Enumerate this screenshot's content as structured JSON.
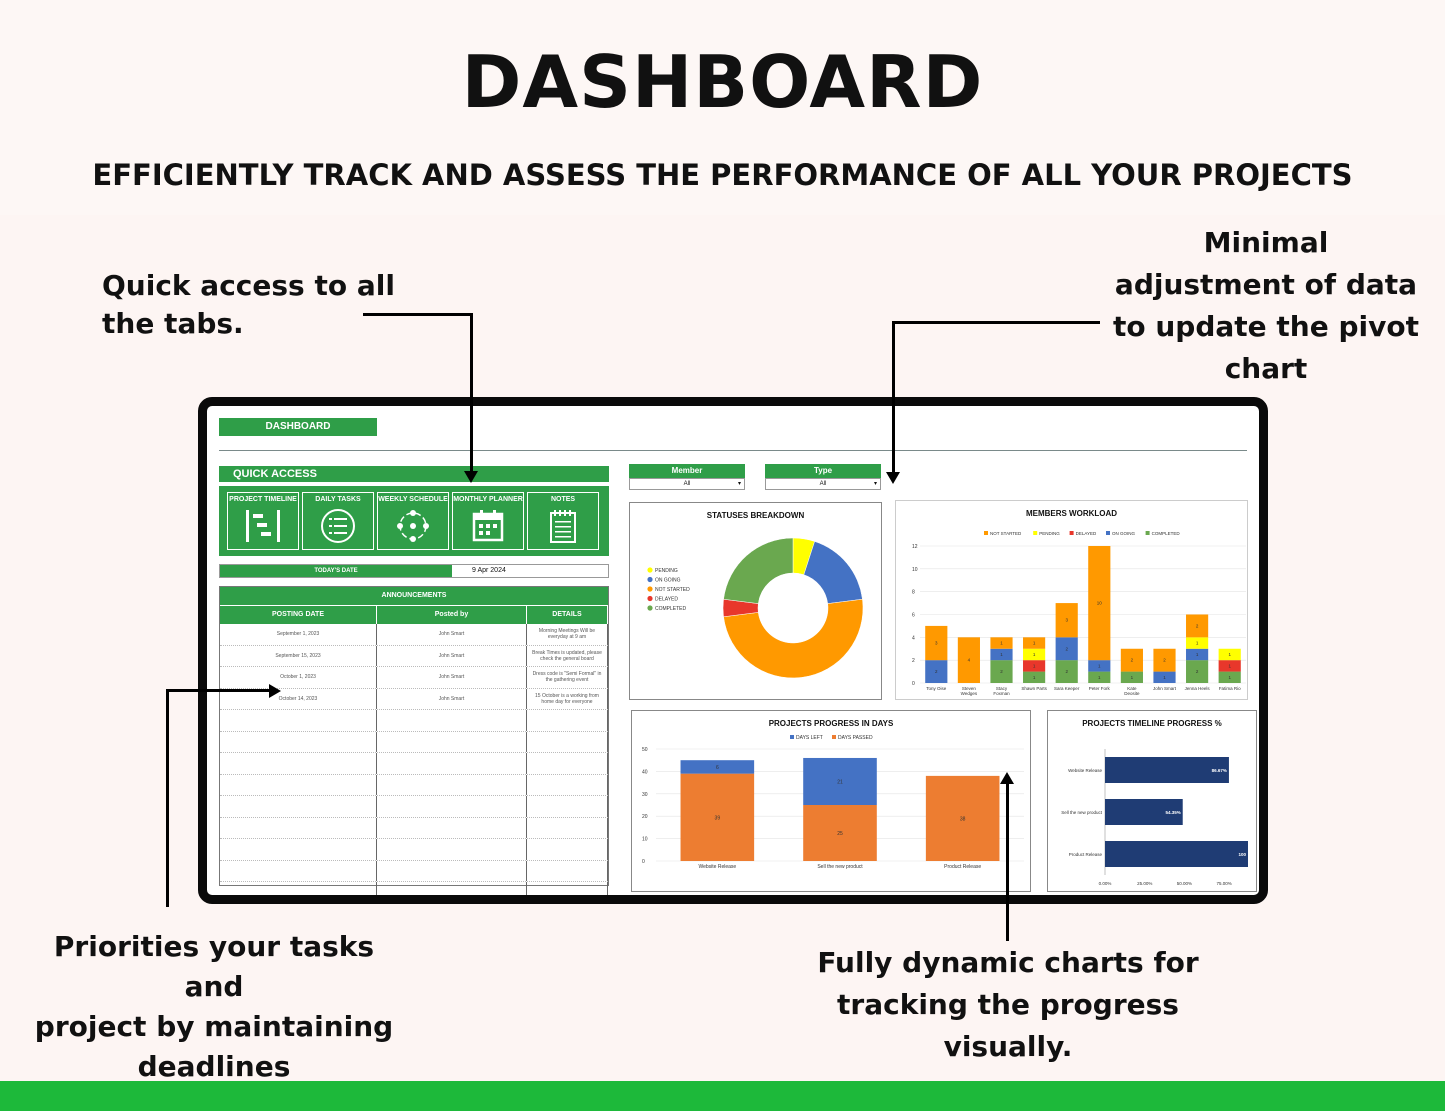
{
  "header": {
    "title": "DASHBOARD",
    "subtitle": "EFFICIENTLY TRACK AND ASSESS THE PERFORMANCE OF ALL YOUR PROJECTS"
  },
  "callouts": {
    "quick_access": [
      "Quick access to all",
      "the tabs."
    ],
    "pivot": [
      "Minimal",
      "adjustment of data",
      "to update the pivot",
      "chart"
    ],
    "priorities": [
      "Priorities your tasks and",
      "project by maintaining",
      "deadlines"
    ],
    "dynamic": [
      "Fully dynamic charts for",
      "tracking the progress",
      "visually."
    ]
  },
  "colors": {
    "green": "#2f9e48",
    "footer_green": "#1db93a",
    "background": "#fdf5f3",
    "pending": "#ffff00",
    "on_going": "#4472c4",
    "not_started": "#ff9900",
    "delayed": "#e8372b",
    "completed": "#6aa84f",
    "days_left": "#4472c4",
    "days_passed": "#ed7d31",
    "timeline_bar": "#1f3c74"
  },
  "dashboard": {
    "label": "DASHBOARD",
    "quick_access": {
      "title": "QUICK ACCESS",
      "tiles": [
        {
          "label": "PROJECT TIMELINE",
          "icon": "timeline-icon"
        },
        {
          "label": "DAILY TASKS",
          "icon": "checklist-icon"
        },
        {
          "label": "WEEKLY SCHEDULE",
          "icon": "cycle-icon"
        },
        {
          "label": "MONTHLY PLANNER",
          "icon": "calendar-icon"
        },
        {
          "label": "NOTES",
          "icon": "notepad-icon"
        }
      ]
    },
    "today": {
      "label": "TODAY'S DATE",
      "value": "9 Apr 2024"
    },
    "announcements": {
      "title": "ANNOUNCEMENTS",
      "headers": [
        "POSTING DATE",
        "Posted by",
        "DETAILS"
      ],
      "rows": [
        [
          "September 1, 2023",
          "John Smart",
          "Morning Meetings Will be everyday at 9 am"
        ],
        [
          "September 15, 2023",
          "John Smart",
          "Break Times is updated, please check the general board"
        ],
        [
          "October 1, 2023",
          "John Smart",
          "Dress code is \"Semi Formal\" in the gathering event"
        ],
        [
          "October 14, 2023",
          "John Smart",
          "15 October is a working from home day for everyone"
        ]
      ],
      "empty_rows": 9
    },
    "filters": [
      {
        "label": "Member",
        "value": "All"
      },
      {
        "label": "Type",
        "value": "All"
      }
    ]
  },
  "chart_data": [
    {
      "type": "pie",
      "title": "STATUSES BREAKDOWN",
      "legend_position": "left",
      "categories": [
        "PENDING",
        "ON GOING",
        "NOT STARTED",
        "DELAYED",
        "COMPLETED"
      ],
      "values": [
        5,
        18,
        50,
        4,
        23
      ]
    },
    {
      "type": "bar",
      "title": "MEMBERS WORKLOAD",
      "legend_position": "top",
      "categories": [
        "Tony Oise",
        "Steven Wedges",
        "Stacy Foxman",
        "Shawn Parts",
        "Sara Keeper",
        "Peter Fork",
        "Kate Deosite",
        "John Smart",
        "Jenna Heels",
        "Fatima Rio"
      ],
      "ylim": [
        0,
        12
      ],
      "yticks": [
        0,
        2,
        4,
        6,
        8,
        10,
        12
      ],
      "series": [
        {
          "name": "NOT STARTED",
          "values": [
            3,
            4,
            1,
            1,
            3,
            10,
            2,
            2,
            2,
            0
          ]
        },
        {
          "name": "PENDING",
          "values": [
            0,
            0,
            0,
            1,
            0,
            0,
            0,
            0,
            1,
            1
          ]
        },
        {
          "name": "DELAYED",
          "values": [
            0,
            0,
            0,
            1,
            0,
            0,
            0,
            0,
            0,
            1
          ]
        },
        {
          "name": "ON GOING",
          "values": [
            2,
            0,
            1,
            0,
            2,
            1,
            0,
            1,
            1,
            0
          ]
        },
        {
          "name": "COMPLETED",
          "values": [
            0,
            0,
            2,
            1,
            2,
            1,
            1,
            0,
            2,
            1
          ]
        }
      ]
    },
    {
      "type": "bar",
      "title": "PROJECTS PROGRESS IN DAYS",
      "legend_position": "top",
      "categories": [
        "Website Release",
        "Sell the new product",
        "Product Release"
      ],
      "ylim": [
        0,
        50
      ],
      "yticks": [
        0,
        10,
        20,
        30,
        40,
        50
      ],
      "series": [
        {
          "name": "DAYS LEFT",
          "values": [
            6,
            21,
            0
          ]
        },
        {
          "name": "DAYS PASSED",
          "values": [
            39,
            25,
            38
          ]
        }
      ]
    },
    {
      "type": "bar",
      "title": "PROJECTS TIMELINE PROGRESS %",
      "orientation": "horizontal",
      "categories": [
        "Website Release",
        "Sell the new product",
        "Product Release"
      ],
      "values": [
        86.67,
        54.35,
        100
      ],
      "value_labels": [
        "86.67%",
        "54.35%",
        "100"
      ],
      "xticks": [
        "0.00%",
        "25.00%",
        "50.00%",
        "75.00%"
      ]
    }
  ]
}
